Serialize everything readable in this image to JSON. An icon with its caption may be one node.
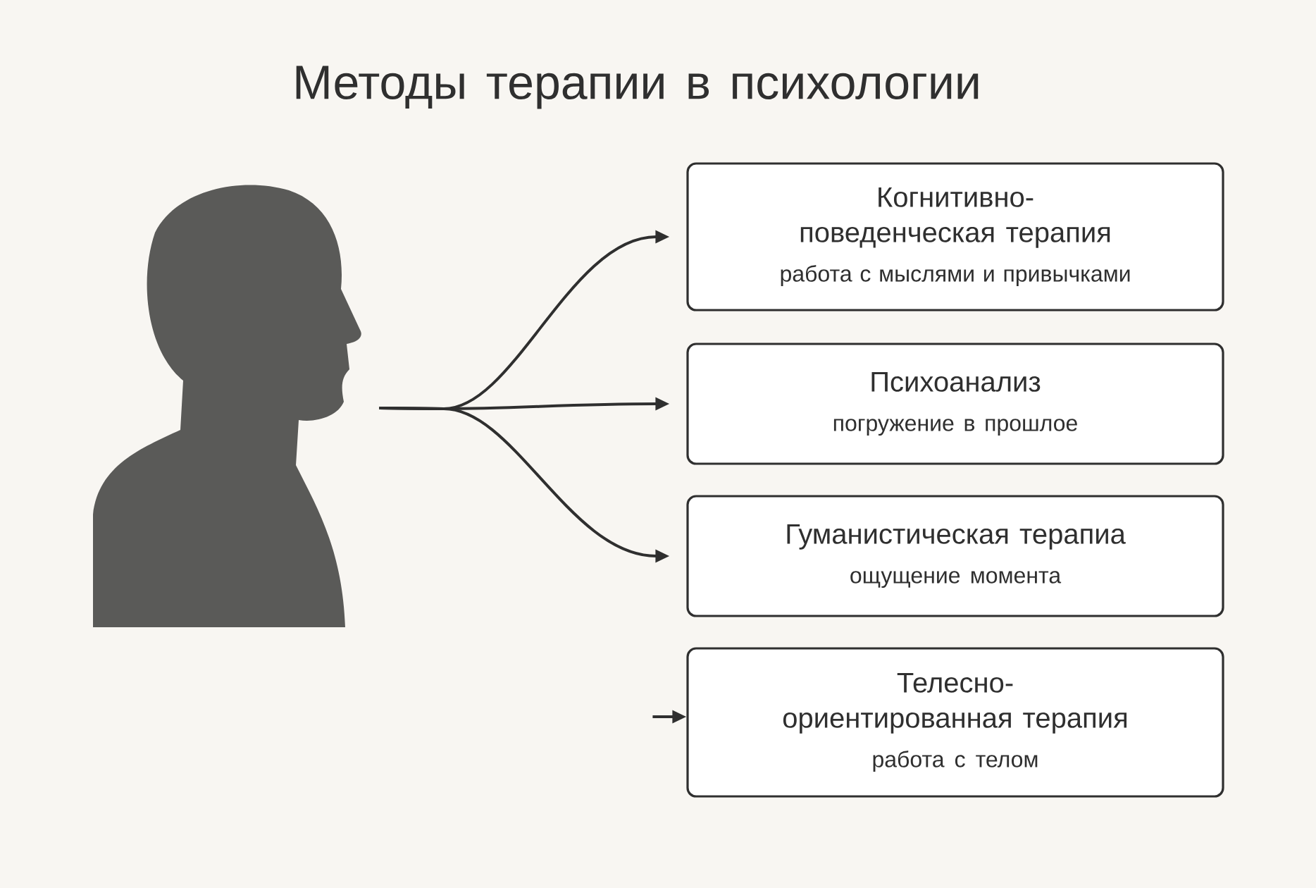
{
  "diagram": {
    "title": "Методы терапии в психологии",
    "nodes": [
      {
        "text": [],
        "shape": "person"
      },
      {
        "text": [
          "Когнитивно-поведенческая терапия",
          "работа с мыслями и привычками"
        ]
      },
      {
        "text": [
          "Психоанализ",
          "погружение в прошлое"
        ]
      },
      {
        "text": [
          "Гуманистическая терапиа",
          "ощущение момента"
        ]
      },
      {
        "text": [
          "Телесно-ориентированная терапия",
          "работа с телом"
        ]
      }
    ],
    "edges": [
      {
        "from": 0,
        "to": 1,
        "arrow": "to"
      },
      {
        "from": 0,
        "to": 2,
        "arrow": "to"
      },
      {
        "from": 0,
        "to": 3,
        "arrow": "to"
      },
      {
        "from": null,
        "to": 4,
        "arrow": "to"
      }
    ]
  }
}
